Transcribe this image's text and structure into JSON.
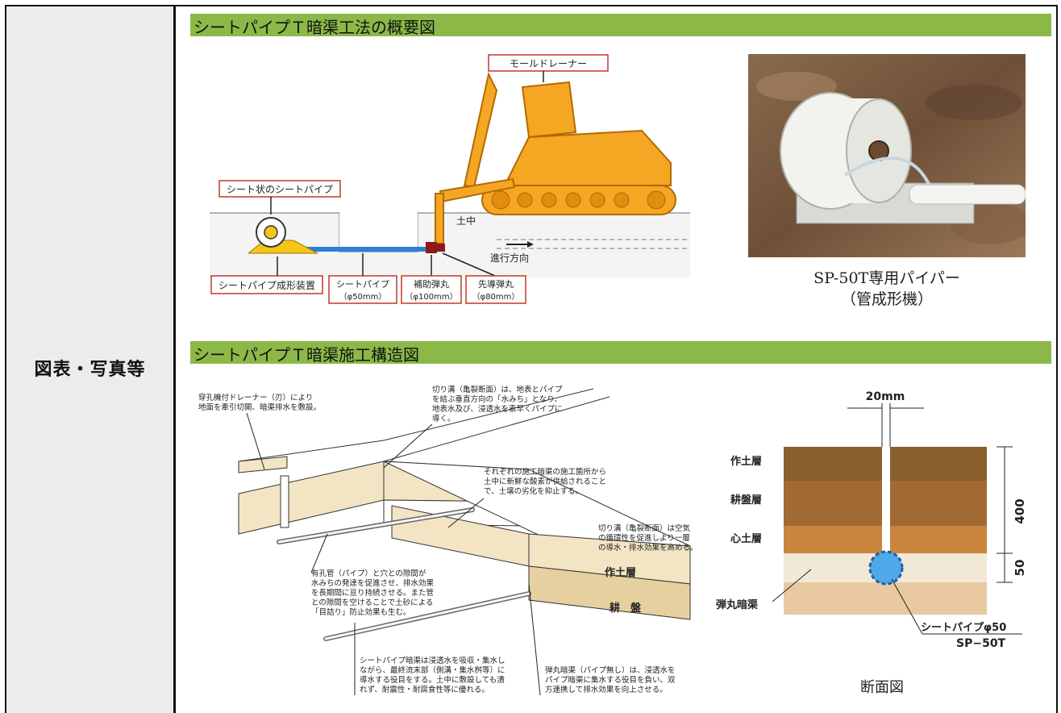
{
  "row_label": "図表・写真等",
  "section1": {
    "title": "シートパイプＴ暗渠工法の概要図",
    "diagram": {
      "machine_label": "モールドレーナー",
      "sheet_label": "シート状のシートパイプ",
      "soil_label": "土中",
      "direction_label": "進行方向",
      "forming_device_label": "シートパイプ成形装置",
      "pipe_label_1": "シートパイプ",
      "pipe_label_2": "（φ50mm）",
      "assist_label_1": "補助弾丸",
      "assist_label_2": "（φ100mm）",
      "lead_label_1": "先導弾丸",
      "lead_label_2": "（φ80mm）"
    },
    "photo_caption_1": "SP-50T専用パイパー",
    "photo_caption_2": "（管成形機）"
  },
  "section2": {
    "title": "シートパイプＴ暗渠施工構造図",
    "iso": {
      "note_a1": "穿孔機付ドレーナー（刃）により",
      "note_a2": "地面を牽引切開、暗渠排水を敷設。",
      "note_b1": "切り溝（亀裂断面）は、地表とパイプ",
      "note_b2": "を結ぶ垂直方向の「水みち」となり、",
      "note_b3": "地表水及び、浸透水を素早くパイプに",
      "note_b4": "導く。",
      "note_c1": "それぞれの施工暗渠の施工箇所から",
      "note_c2": "土中に新鮮な酸素が供給されること",
      "note_c3": "で、土壌の劣化を抑止する。",
      "note_d1": "切り溝（亀裂断面）は空気",
      "note_d2": "の循環性を促進しより一層",
      "note_d3": "の導水・排水効果を高める。",
      "note_e1": "有孔管（パイプ）と穴との隙間が",
      "note_e2": "水みちの発達を促進させ、排水効果",
      "note_e3": "を長期間に亘り持続させる。また管",
      "note_e4": "との隙間を空けることで土砂による",
      "note_e5": "「目詰り」防止効果も生む。",
      "note_f1": "シートパイプ暗渠は浸透水を吸収・集水し",
      "note_f2": "ながら、最終流末部（側溝・集水桝等）に",
      "note_f3": "導水する役目をする。土中に敷設しても潰",
      "note_f4": "れず、耐震性・耐腐食性等に優れる。",
      "note_g1": "弾丸暗渠（パイプ無し）は、浸透水を",
      "note_g2": "パイプ暗渠に集水する役目を負い、双",
      "note_g3": "方連携して排水効果を向上させる。",
      "layer_top": "作土層",
      "layer_bottom": "耕　盤"
    },
    "cross": {
      "width_label": "20mm",
      "layer_1": "作土層",
      "layer_2": "耕盤層",
      "layer_3": "心土層",
      "layer_4": "弾丸暗渠",
      "dim_400": "400",
      "dim_50": "50",
      "pipe_label": "シートパイプφ50",
      "model_label": "SP−50T",
      "caption": "断面図"
    }
  },
  "colors": {
    "section_bar": "#8cb848",
    "machine": "#f5a623",
    "pipe": "#2f7fd9",
    "label_border": "#c0392b"
  }
}
